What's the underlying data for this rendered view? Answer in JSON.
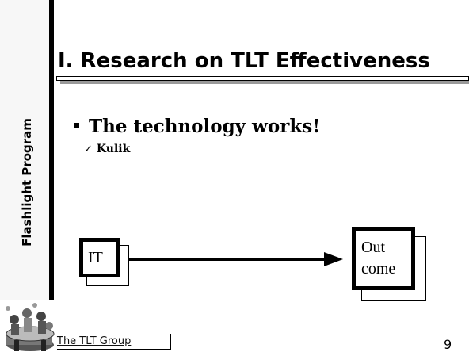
{
  "side": {
    "label": "Flashlight Program"
  },
  "slide": {
    "title": "I. Research on TLT Effectiveness",
    "bullet": "The technology works!",
    "sub_bullet": "Kulik",
    "sub_bullet_icon": "checkmark-icon"
  },
  "diagram": {
    "input_label": "IT",
    "output_label_line1": "Out",
    "output_label_line2": "come"
  },
  "footer": {
    "org_name": "The TLT Group",
    "page_number": "9",
    "logo_icon": "tlt-group-logo-icon"
  }
}
